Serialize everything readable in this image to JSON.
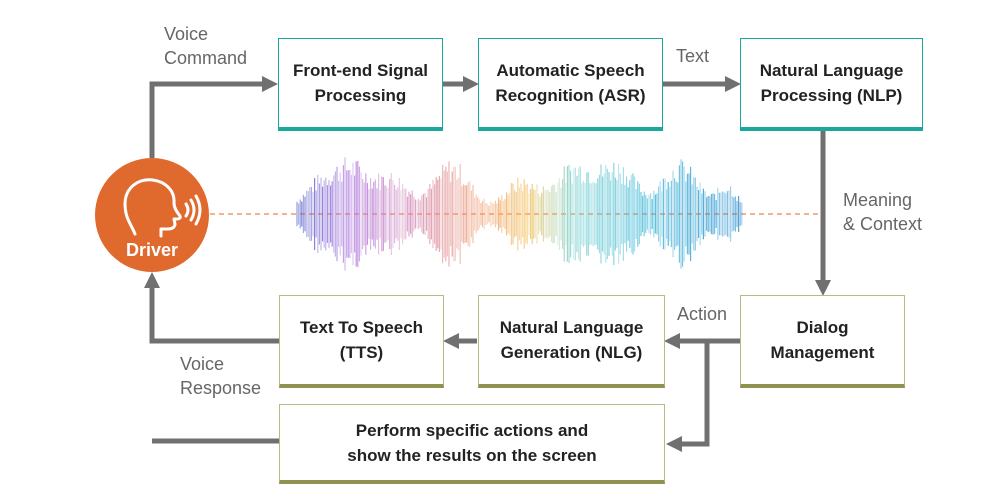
{
  "nodes": {
    "frontend": "Front-end Signal\nProcessing",
    "asr": "Automatic Speech\nRecognition (ASR)",
    "nlp": "Natural Language\nProcessing (NLP)",
    "dialog": "Dialog\nManagement",
    "nlg": "Natural Language\nGeneration (NLG)",
    "tts": "Text To Speech\n(TTS)",
    "perform": "Perform specific actions and\nshow the results on the screen",
    "driver": "Driver"
  },
  "edge_labels": {
    "voice_command": "Voice\nCommand",
    "text": "Text",
    "meaning_context": "Meaning\n& Context",
    "action": "Action",
    "voice_response": "Voice\nResponse"
  },
  "colors": {
    "teal": "#1aa89c",
    "olive": "#8f9150",
    "driver": "#e06a2e",
    "arrow": "#707070"
  },
  "icons": {
    "driver": "head-speaking-icon",
    "waveform": "sound-waveform"
  }
}
